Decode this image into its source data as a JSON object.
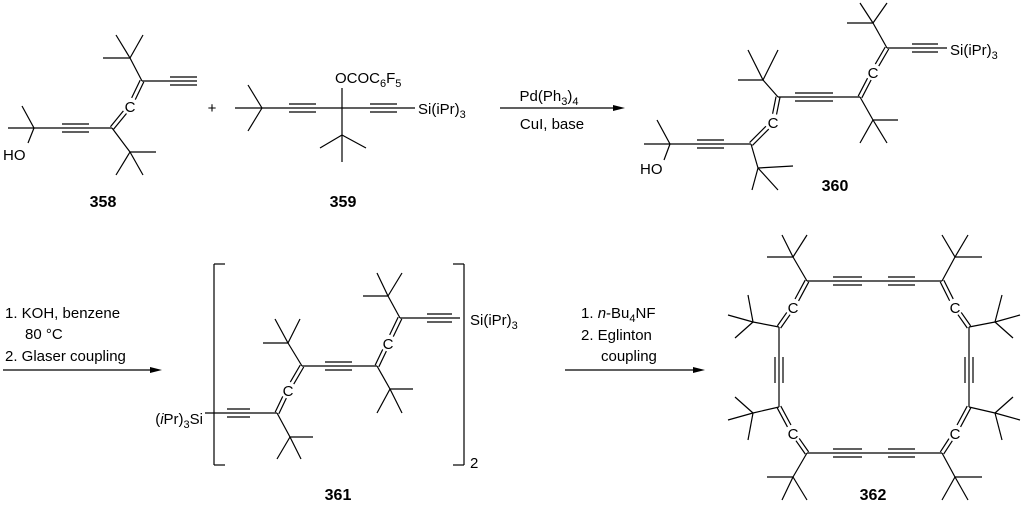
{
  "compounds": {
    "c358": "358",
    "c359": "359",
    "c360": "360",
    "c361": "361",
    "c362": "362"
  },
  "atoms": {
    "c_label": "C",
    "ho": "HO",
    "ester": [
      "OCOC",
      "6",
      "F",
      "5"
    ],
    "tips": [
      "Si(iPr)",
      "3"
    ],
    "tips_left": [
      "(",
      "i",
      "Pr)",
      "3",
      "Si"
    ],
    "repeat": "2"
  },
  "plus": "+",
  "step1": {
    "above": [
      "Pd(Ph",
      "3",
      ")",
      "4"
    ],
    "below": "CuI, base"
  },
  "step2": {
    "lines": [
      "1. KOH, benzene",
      "80 °C",
      "2. Glaser coupling"
    ]
  },
  "step3": {
    "line1": [
      "1. ",
      "n",
      "-Bu",
      "4",
      "NF"
    ],
    "line2": "2. Eglinton",
    "line3": "coupling"
  }
}
